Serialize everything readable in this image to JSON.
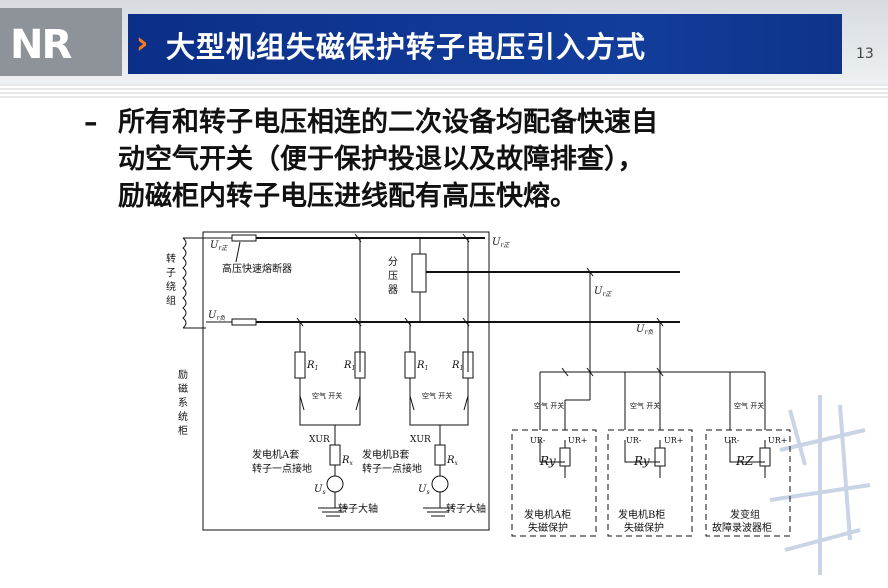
{
  "slide": {
    "logo": "NR",
    "title": "大型机组失磁保护转子电压引入方式",
    "page_number": "13",
    "bullet_dash": "–",
    "bullet_line1": "所有和转子电压相连的二次设备均配备快速自",
    "bullet_line2": "动空气开关（便于保护投退以及故障排查），",
    "bullet_line3": "励磁柜内转子电压进线配有高压快熔。"
  },
  "diagram": {
    "rotor_winding_label": [
      "转",
      "子",
      "绕",
      "组"
    ],
    "excitation_cabinet_label": [
      "励",
      "磁",
      "系",
      "统",
      "柜"
    ],
    "fuse_label": "高压快速熔断器",
    "divider_label": [
      "分",
      "压",
      "器"
    ],
    "u_rp_top": "U",
    "sub_rp": "r正",
    "u_rn": "U",
    "sub_rn": "r负",
    "u_rp_right": "U",
    "u_rp_mid": "U",
    "u_rn_right": "U",
    "r1": "R",
    "r1_sub": "1",
    "r2": "R",
    "r2_sub": "1",
    "r3": "R",
    "r3_sub": "1",
    "r4": "R",
    "r4_sub": "1",
    "rx_a": "R",
    "rx_a_sub": "x",
    "rx_b": "R",
    "rx_b_sub": "x",
    "air_switch": "空气 开关",
    "xur_a": "XUR",
    "xur_b": "XUR",
    "gen_a_line1": "发电机A套",
    "gen_a_line2": "转子一点接地",
    "gen_b_line1": "发电机B套",
    "gen_b_line2": "转子一点接地",
    "us_a": "U",
    "us_a_sub": "s",
    "us_b": "U",
    "us_b_sub": "s",
    "shaft_a": "转子大轴",
    "shaft_b": "转子大轴",
    "ur_minus": "UR-",
    "ur_plus": "UR+",
    "ry": "Ry",
    "rz": "RZ",
    "cab_a_line1": "发电机A柜",
    "cab_a_line2": "失磁保护",
    "cab_b_line1": "发电机B柜",
    "cab_b_line2": "失磁保护",
    "cab_c_line1": "发变组",
    "cab_c_line2": "故障录波器柜"
  }
}
